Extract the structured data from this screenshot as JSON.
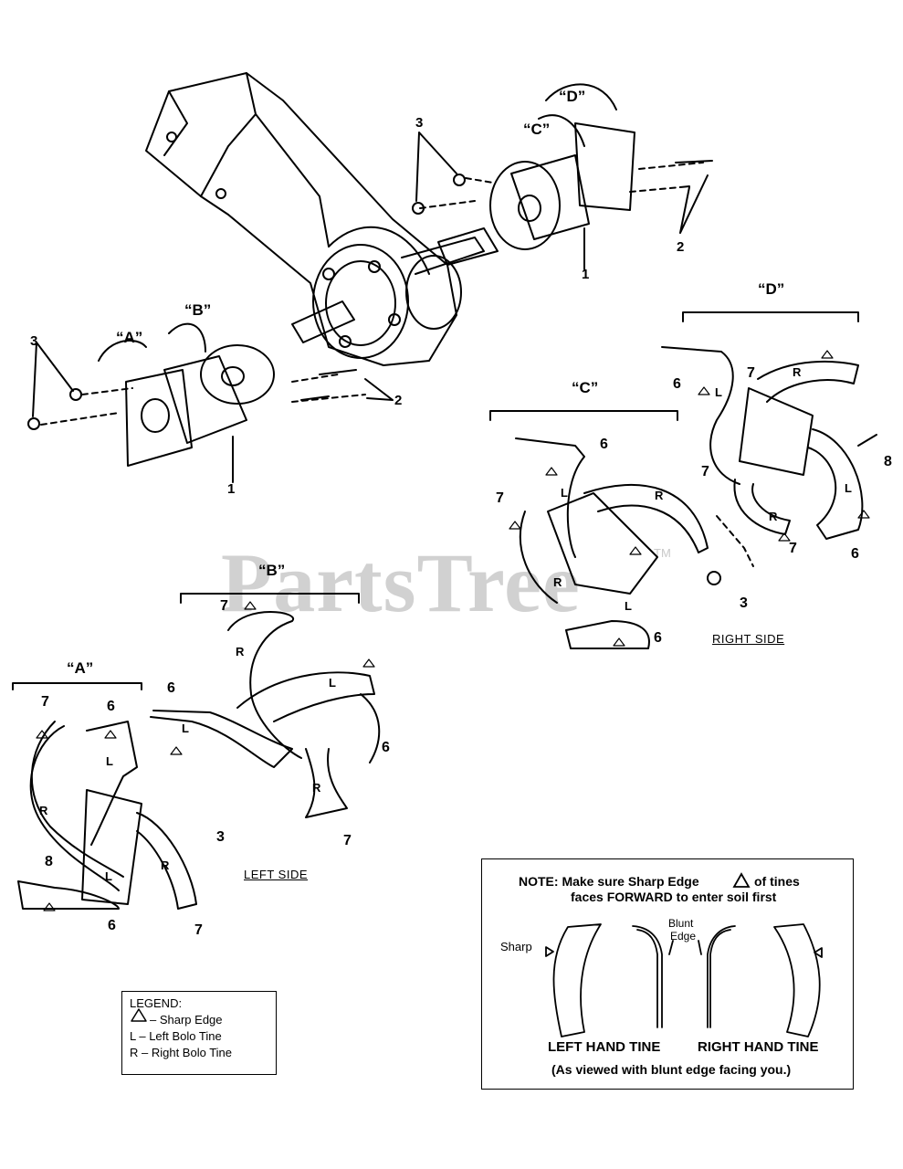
{
  "groups": {
    "a": "“A”",
    "b": "“B”",
    "c": "“C”",
    "d": "“D”"
  },
  "callouts": {
    "n1": "1",
    "n2": "2",
    "n3": "3",
    "n6": "6",
    "n7": "7",
    "n8": "8"
  },
  "tine_marks": {
    "left": "L",
    "right": "R"
  },
  "sides": {
    "left": "LEFT SIDE",
    "right": "RIGHT SIDE"
  },
  "watermark": {
    "text": "PartsTree",
    "tm": "TM"
  },
  "legend": {
    "title": "LEGEND:",
    "rows": [
      "– Sharp Edge",
      "L – Left Bolo Tine",
      "R – Right Bolo Tine"
    ]
  },
  "note": {
    "line1": "NOTE:  Make sure Sharp Edge",
    "line1b": "of tines",
    "line2": "faces FORWARD to enter soil first",
    "sharp": "Sharp",
    "blunt1": "Blunt",
    "blunt2": "Edge",
    "left_tine": "LEFT HAND TINE",
    "right_tine": "RIGHT HAND TINE",
    "caption": "(As viewed with blunt edge facing you.)"
  },
  "colors": {
    "line": "#000000",
    "watermark": "#c9c9c9"
  }
}
